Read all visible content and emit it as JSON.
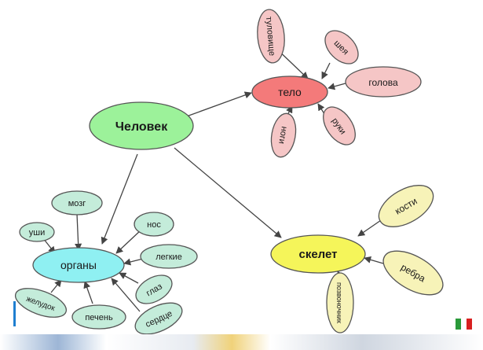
{
  "colors": {
    "center": "#9cf29a",
    "body_branch": "#f47a7a",
    "body_leaf": "#f5c6c6",
    "organs_branch": "#8ff0f2",
    "skeleton_branch": "#f5f55a",
    "skeleton_leaf": "#f7f3b8",
    "organs_leaf": "#c4ecda",
    "bottom_strip": "#c8d0dc",
    "accent_blue": "#1f7fd0"
  },
  "nodes": {
    "center": "Человек",
    "body": "тело",
    "organs": "органы",
    "skeleton": "скелет",
    "body_parts": {
      "torso": "туловище",
      "neck": "шея",
      "head": "голова",
      "hands": "руки",
      "legs": "ноги"
    },
    "organ_parts": {
      "brain": "мозг",
      "ears": "уши",
      "nose": "нос",
      "lungs": "легкие",
      "eyes": "глаз",
      "heart": "сердце",
      "liver": "печень",
      "stomach": "желудок"
    },
    "skeleton_parts": {
      "bones": "кости",
      "ribs": "ребра",
      "spine": "позвоночник"
    }
  }
}
